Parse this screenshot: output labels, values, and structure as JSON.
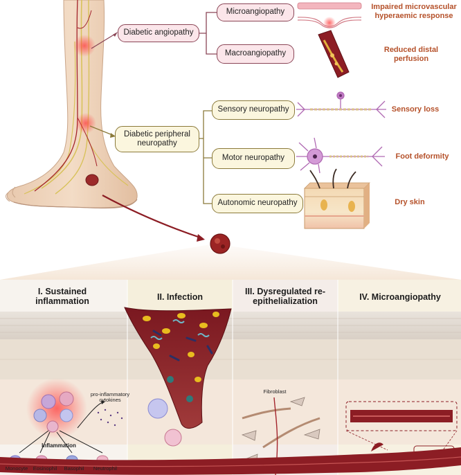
{
  "top": {
    "angiopathy": {
      "label": "Diabetic angiopathy",
      "micro": {
        "label": "Microangiopathy",
        "effect": "Impaired microvascular hyperaemic response"
      },
      "macro": {
        "label": "Macroangiopathy",
        "effect": "Reduced distal perfusion"
      }
    },
    "neuropathy": {
      "label": "Diabetic peripheral neuropathy",
      "sensory": {
        "label": "Sensory neuropathy",
        "effect": "Sensory loss"
      },
      "motor": {
        "label": "Motor neuropathy",
        "effect": "Foot deformity"
      },
      "autonomic": {
        "label": "Autonomic neuropathy",
        "effect": "Dry skin"
      }
    }
  },
  "panels": [
    {
      "title": "I. Sustained inflammation"
    },
    {
      "title": "II. Infection"
    },
    {
      "title": "III. Dysregulated re-epithelialization"
    },
    {
      "title": "IV. Microangiopathy"
    }
  ],
  "labels": {
    "cytokines": "pro-inflammatory cytokines",
    "inflammation": "Inflammation",
    "fibroblast": "Fibroblast",
    "monocyte": "Monocyte",
    "eosinophil": "Eosinophil",
    "basophil": "Basophil",
    "neutrophil": "Neutrophil"
  },
  "colors": {
    "box_pink": "#fbe6ea",
    "box_cream": "#fbf6de",
    "effect_text": "#b5512a",
    "vessel": "#8c1d24",
    "skin": "#efd6c0"
  }
}
